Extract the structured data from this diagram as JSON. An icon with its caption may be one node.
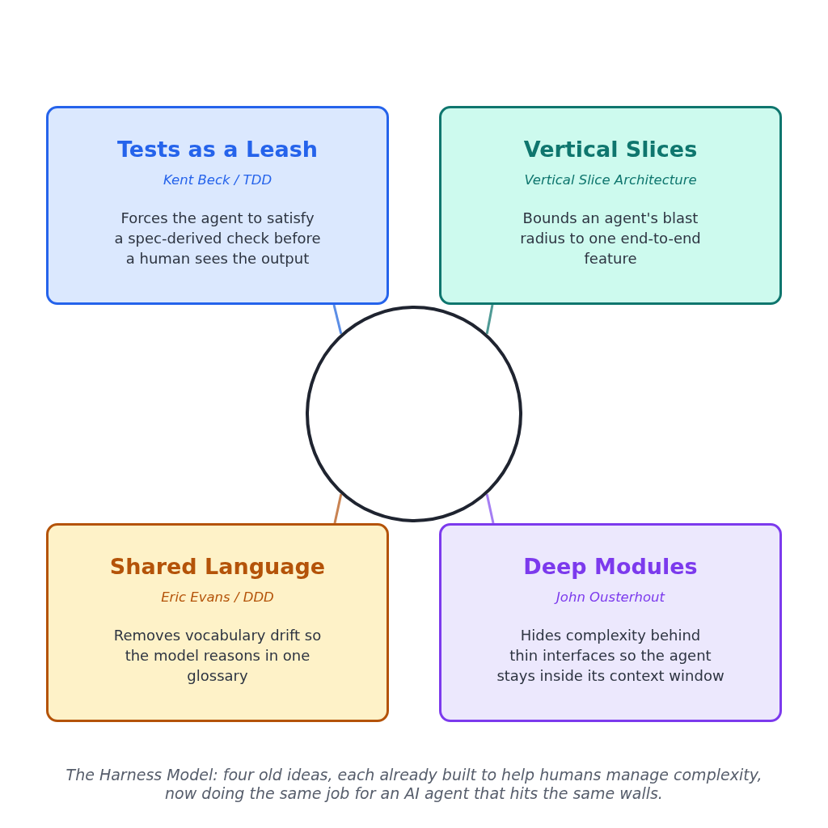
{
  "diagram": {
    "caption": "The Harness Model: four old ideas, each already built to help humans manage complexity, now doing the same job for an AI agent that hits the same walls.",
    "nodes": [
      {
        "text": [
          "Tests as a Leash",
          "Kent Beck / TDD",
          "Forces the agent to satisfy a spec-derived check before a human sees the output"
        ]
      },
      {
        "text": [
          "Vertical Slices",
          "Vertical Slice Architecture",
          "Bounds an agent's blast radius to one end-to-end feature"
        ]
      },
      {
        "text": [],
        "shape": "circle"
      },
      {
        "text": [
          "Shared Language",
          "Eric Evans / DDD",
          "Removes vocabulary drift so the model reasons in one glossary"
        ]
      },
      {
        "text": [
          "Deep Modules",
          "John Ousterhout",
          "Hides complexity behind thin interfaces so the agent stays inside its context window"
        ]
      }
    ],
    "edges": [
      {
        "from": 2,
        "to": 0,
        "arrow": "none",
        "color": "#5b8ee6"
      },
      {
        "from": 2,
        "to": 1,
        "arrow": "none",
        "color": "#4f9a95"
      },
      {
        "from": 2,
        "to": 3,
        "arrow": "none",
        "color": "#c98352"
      },
      {
        "from": 2,
        "to": 4,
        "arrow": "none",
        "color": "#a57ef3"
      }
    ]
  }
}
